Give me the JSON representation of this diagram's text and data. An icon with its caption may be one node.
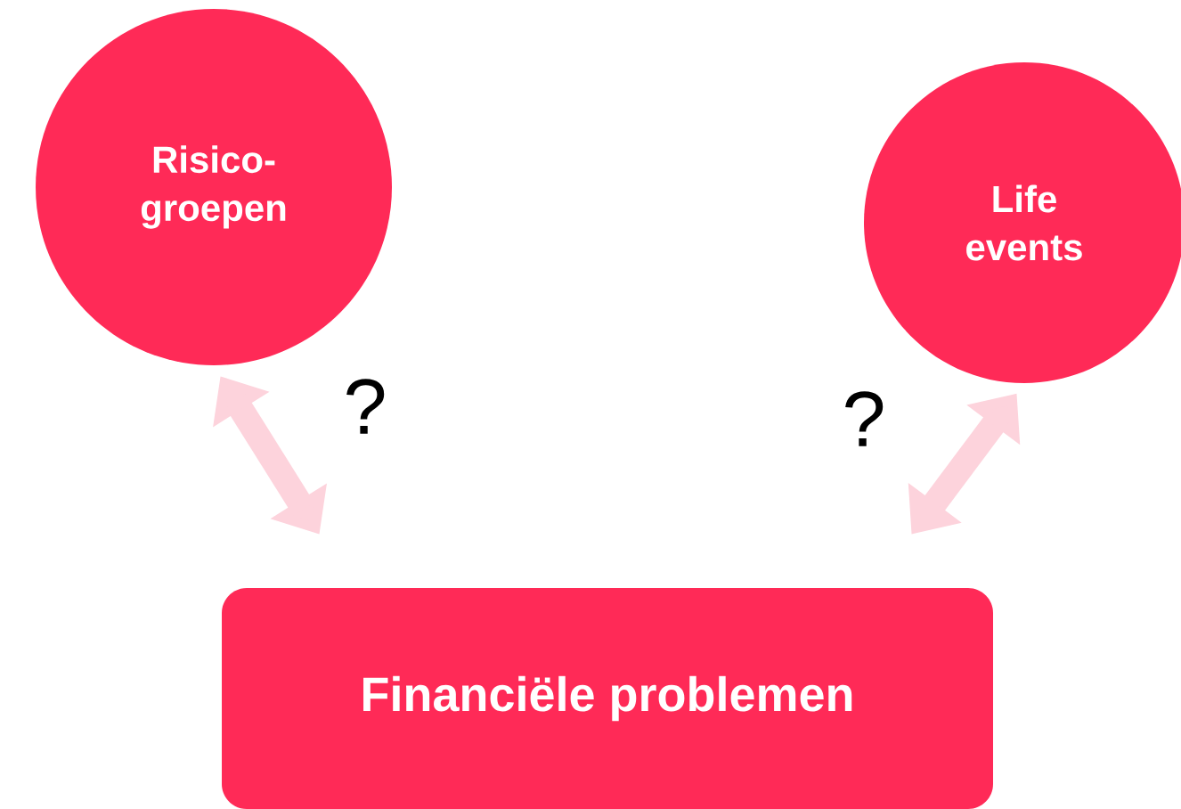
{
  "diagram": {
    "nodes": [
      {
        "text": [
          "Risico- groepen"
        ]
      },
      {
        "text": [
          "Life events"
        ]
      },
      {
        "text": [
          "Financiële problemen"
        ]
      }
    ],
    "edges": [
      {
        "from": 2,
        "to": 0,
        "arrow": "both",
        "label": "?"
      },
      {
        "from": 1,
        "to": 2,
        "arrow": "both",
        "label": "?"
      }
    ]
  }
}
